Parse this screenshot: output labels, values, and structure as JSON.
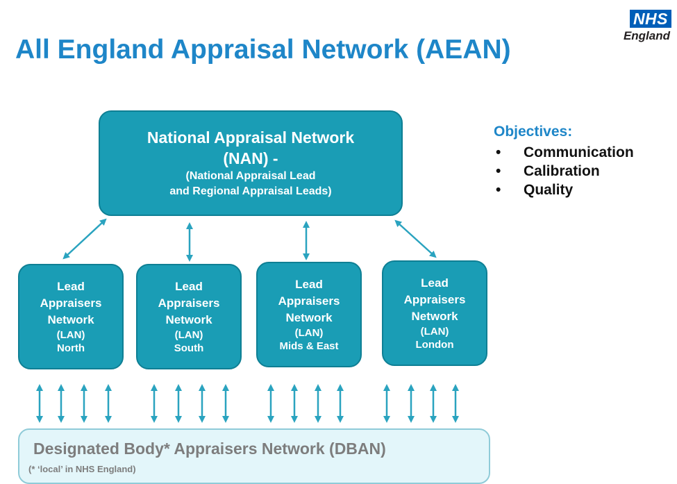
{
  "header": {
    "title": "All England Appraisal Network (AEAN)",
    "logo": {
      "nhs": "NHS",
      "england": "England"
    }
  },
  "national": {
    "line1": "National Appraisal Network",
    "line2": "(NAN) -",
    "line3": "(National Appraisal Lead",
    "line4": "and Regional Appraisal Leads)"
  },
  "regions": [
    {
      "l1": "Lead",
      "l2": "Appraisers",
      "l3": "Network",
      "l4": "(LAN)",
      "l5": "North"
    },
    {
      "l1": "Lead",
      "l2": "Appraisers",
      "l3": "Network",
      "l4": "(LAN)",
      "l5": "South"
    },
    {
      "l1": "Lead",
      "l2": "Appraisers",
      "l3": "Network",
      "l4": "(LAN)",
      "l5": "Mids & East"
    },
    {
      "l1": "Lead",
      "l2": "Appraisers",
      "l3": "Network",
      "l4": "(LAN)",
      "l5": "London"
    }
  ],
  "designated": {
    "title": "Designated Body* Appraisers Network  (DBAN)",
    "note": "(* ‘local’ in NHS England)"
  },
  "objectives": {
    "heading": "Objectives:",
    "items": [
      "Communication",
      "Calibration",
      "Quality"
    ]
  },
  "colors": {
    "accent": "#1e86c8",
    "box": "#1a9db5",
    "arrow": "#2aa3bf",
    "dban_bg": "#e3f6fa",
    "nhs_blue": "#005eb8"
  }
}
